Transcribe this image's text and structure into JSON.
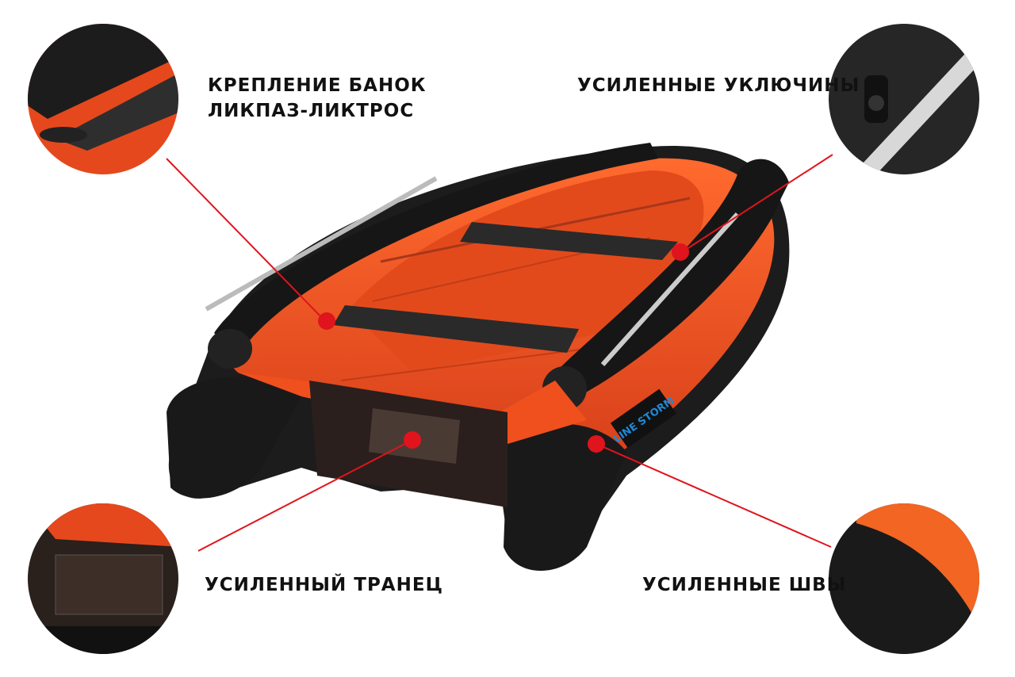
{
  "callouts": [
    {
      "line1": "КРЕПЛЕНИЕ БАНОК",
      "line2": "ЛИКПАЗ-ЛИКТРОС"
    },
    {
      "line1": "УСИЛЕННЫЕ УКЛЮЧИНЫ"
    },
    {
      "line1": "УСИЛЕННЫЙ ТРАНЕЦ"
    },
    {
      "line1": "УСИЛЕННЫЕ ШВЫ"
    }
  ],
  "logo": {
    "text": "LINE STORM"
  },
  "colors": {
    "accent_line": "#e0141c",
    "boat_orange": "#f0501e",
    "boat_black": "#1c1c1c"
  }
}
